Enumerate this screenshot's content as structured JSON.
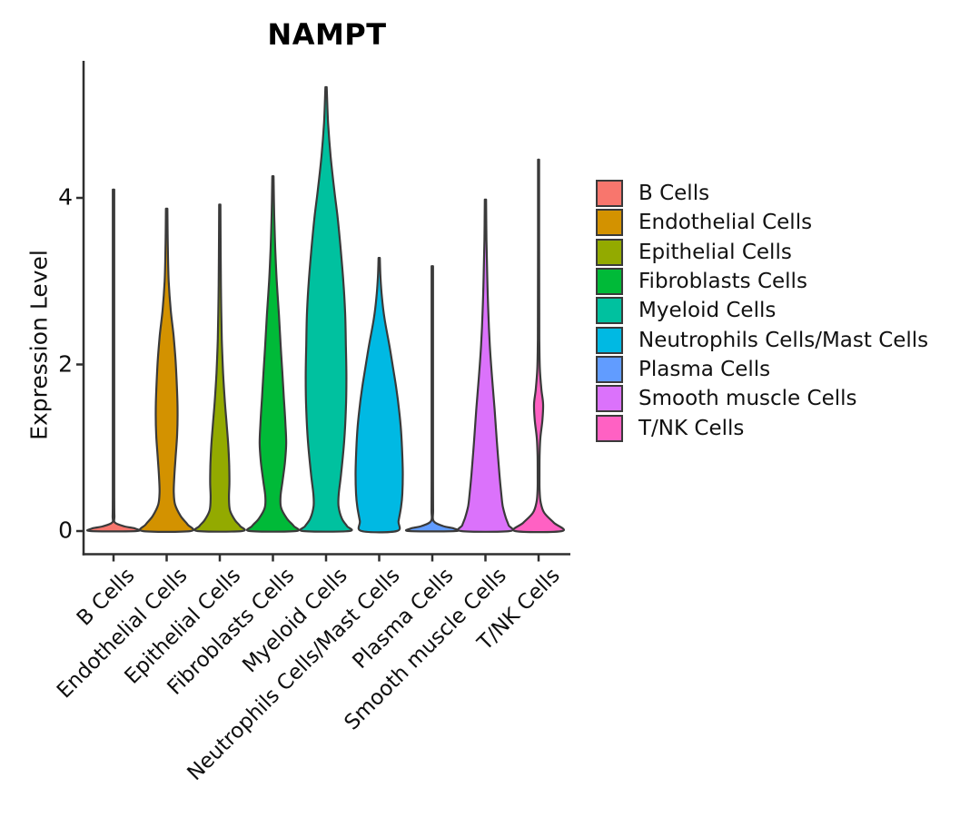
{
  "chart_data": {
    "type": "violin",
    "title": "NAMPT",
    "xlabel": "",
    "ylabel": "Expression Level",
    "yticks": [
      0,
      2,
      4
    ],
    "ylim": [
      -0.28,
      5.64
    ],
    "grid": false,
    "legend_position": "right",
    "categories": [
      "B Cells",
      "Endothelial Cells",
      "Epithelial Cells",
      "Fibroblasts Cells",
      "Myeloid Cells",
      "Neutrophils Cells/Mast Cells",
      "Plasma Cells",
      "Smooth muscle Cells",
      "T/NK Cells"
    ],
    "series": [
      {
        "name": "B Cells",
        "color": "#F8766D",
        "max_expression": 4.1,
        "width_profile": [
          [
            4.1,
            0.028
          ],
          [
            3.0,
            0.028
          ],
          [
            2.0,
            0.028
          ],
          [
            1.0,
            0.028
          ],
          [
            0.4,
            0.03
          ],
          [
            0.18,
            0.035
          ],
          [
            0.1,
            0.06
          ],
          [
            0.055,
            0.45
          ],
          [
            0.03,
            0.85
          ],
          [
            0,
            0.9
          ]
        ]
      },
      {
        "name": "Endothelial Cells",
        "color": "#D39200",
        "max_expression": 3.87,
        "width_profile": [
          [
            3.87,
            0.028
          ],
          [
            3.4,
            0.045
          ],
          [
            3.0,
            0.08
          ],
          [
            2.65,
            0.16
          ],
          [
            2.35,
            0.27
          ],
          [
            2.05,
            0.35
          ],
          [
            1.75,
            0.4
          ],
          [
            1.45,
            0.43
          ],
          [
            1.15,
            0.41
          ],
          [
            0.88,
            0.35
          ],
          [
            0.65,
            0.3
          ],
          [
            0.47,
            0.28
          ],
          [
            0.32,
            0.33
          ],
          [
            0.18,
            0.55
          ],
          [
            0.08,
            0.82
          ],
          [
            0,
            0.94
          ]
        ]
      },
      {
        "name": "Epithelial Cells",
        "color": "#93AA00",
        "max_expression": 3.92,
        "width_profile": [
          [
            3.92,
            0.025
          ],
          [
            3.3,
            0.035
          ],
          [
            2.8,
            0.05
          ],
          [
            2.3,
            0.08
          ],
          [
            1.9,
            0.13
          ],
          [
            1.55,
            0.2
          ],
          [
            1.25,
            0.28
          ],
          [
            1.0,
            0.34
          ],
          [
            0.78,
            0.37
          ],
          [
            0.58,
            0.38
          ],
          [
            0.4,
            0.36
          ],
          [
            0.25,
            0.4
          ],
          [
            0.13,
            0.6
          ],
          [
            0.06,
            0.8
          ],
          [
            0,
            0.87
          ]
        ]
      },
      {
        "name": "Fibroblasts Cells",
        "color": "#00BA38",
        "max_expression": 4.26,
        "width_profile": [
          [
            4.26,
            0.025
          ],
          [
            3.8,
            0.05
          ],
          [
            3.4,
            0.09
          ],
          [
            3.0,
            0.15
          ],
          [
            2.6,
            0.235
          ],
          [
            2.25,
            0.3
          ],
          [
            1.9,
            0.37
          ],
          [
            1.6,
            0.43
          ],
          [
            1.3,
            0.49
          ],
          [
            1.05,
            0.52
          ],
          [
            0.82,
            0.47
          ],
          [
            0.6,
            0.38
          ],
          [
            0.42,
            0.3
          ],
          [
            0.28,
            0.32
          ],
          [
            0.15,
            0.55
          ],
          [
            0.06,
            0.82
          ],
          [
            0,
            0.9
          ]
        ]
      },
      {
        "name": "Myeloid Cells",
        "color": "#00C19F",
        "max_expression": 5.33,
        "width_profile": [
          [
            5.33,
            0.025
          ],
          [
            4.9,
            0.08
          ],
          [
            4.5,
            0.18
          ],
          [
            4.1,
            0.32
          ],
          [
            3.78,
            0.45
          ],
          [
            3.4,
            0.57
          ],
          [
            3.0,
            0.68
          ],
          [
            2.62,
            0.75
          ],
          [
            2.23,
            0.78
          ],
          [
            1.84,
            0.8
          ],
          [
            1.46,
            0.78
          ],
          [
            1.07,
            0.71
          ],
          [
            0.68,
            0.59
          ],
          [
            0.45,
            0.5
          ],
          [
            0.3,
            0.49
          ],
          [
            0.15,
            0.62
          ],
          [
            0.06,
            0.82
          ],
          [
            0,
            0.9
          ]
        ]
      },
      {
        "name": "Neutrophils Cells/Mast Cells",
        "color": "#00B9E3",
        "max_expression": 3.28,
        "width_profile": [
          [
            3.28,
            0.025
          ],
          [
            3.05,
            0.05
          ],
          [
            2.8,
            0.11
          ],
          [
            2.55,
            0.21
          ],
          [
            2.23,
            0.4
          ],
          [
            1.95,
            0.55
          ],
          [
            1.7,
            0.68
          ],
          [
            1.46,
            0.78
          ],
          [
            1.2,
            0.86
          ],
          [
            0.9,
            0.91
          ],
          [
            0.68,
            0.93
          ],
          [
            0.45,
            0.91
          ],
          [
            0.29,
            0.86
          ],
          [
            0.12,
            0.76
          ],
          [
            0,
            0.69
          ]
        ]
      },
      {
        "name": "Plasma Cells",
        "color": "#619CFF",
        "max_expression": 3.18,
        "width_profile": [
          [
            3.18,
            0.028
          ],
          [
            2.5,
            0.028
          ],
          [
            1.5,
            0.028
          ],
          [
            0.6,
            0.028
          ],
          [
            0.25,
            0.032
          ],
          [
            0.12,
            0.05
          ],
          [
            0.06,
            0.42
          ],
          [
            0.03,
            0.85
          ],
          [
            0,
            0.9
          ]
        ]
      },
      {
        "name": "Smooth muscle Cells",
        "color": "#DB72FB",
        "max_expression": 3.98,
        "width_profile": [
          [
            3.98,
            0.025
          ],
          [
            3.5,
            0.04
          ],
          [
            3.05,
            0.07
          ],
          [
            2.65,
            0.11
          ],
          [
            2.23,
            0.17
          ],
          [
            1.84,
            0.26
          ],
          [
            1.46,
            0.36
          ],
          [
            1.07,
            0.45
          ],
          [
            0.68,
            0.55
          ],
          [
            0.45,
            0.62
          ],
          [
            0.3,
            0.68
          ],
          [
            0.16,
            0.8
          ],
          [
            0.07,
            0.91
          ],
          [
            0,
            0.95
          ]
        ]
      },
      {
        "name": "T/NK Cells",
        "color": "#FF61C3",
        "max_expression": 4.46,
        "width_profile": [
          [
            4.46,
            0.022
          ],
          [
            3.6,
            0.022
          ],
          [
            2.8,
            0.025
          ],
          [
            2.3,
            0.03
          ],
          [
            1.95,
            0.05
          ],
          [
            1.7,
            0.11
          ],
          [
            1.52,
            0.18
          ],
          [
            1.33,
            0.15
          ],
          [
            1.12,
            0.07
          ],
          [
            0.9,
            0.04
          ],
          [
            0.68,
            0.035
          ],
          [
            0.5,
            0.04
          ],
          [
            0.35,
            0.08
          ],
          [
            0.22,
            0.22
          ],
          [
            0.1,
            0.6
          ],
          [
            0,
            0.92
          ]
        ]
      }
    ]
  },
  "legend": {
    "items": [
      {
        "label": "B Cells",
        "color": "#F8766D"
      },
      {
        "label": "Endothelial Cells",
        "color": "#D39200"
      },
      {
        "label": "Epithelial Cells",
        "color": "#93AA00"
      },
      {
        "label": "Fibroblasts Cells",
        "color": "#00BA38"
      },
      {
        "label": "Myeloid Cells",
        "color": "#00C19F"
      },
      {
        "label": "Neutrophils Cells/Mast Cells",
        "color": "#00B9E3"
      },
      {
        "label": "Plasma Cells",
        "color": "#619CFF"
      },
      {
        "label": "Smooth muscle Cells",
        "color": "#DB72FB"
      },
      {
        "label": "T/NK Cells",
        "color": "#FF61C3"
      }
    ]
  },
  "style": {
    "outline_color": "#3A3A3A",
    "axis_color": "#2F2F2F"
  }
}
